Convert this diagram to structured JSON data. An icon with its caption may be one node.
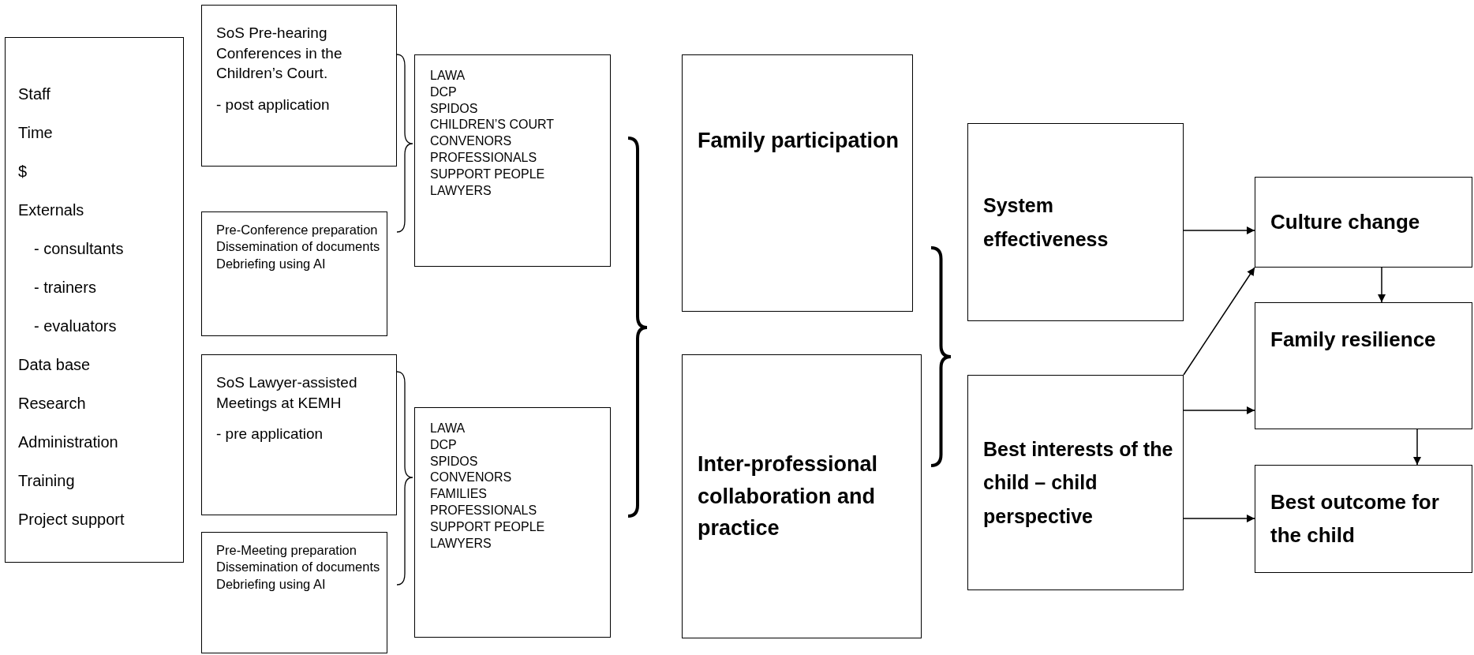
{
  "diagram": {
    "nodes": [
      {
        "text": [
          "Staff",
          "Time",
          "$",
          "Externals",
          "- consultants",
          "- trainers",
          "- evaluators",
          "Data base",
          "Research",
          "Administration",
          "Training",
          "Project support"
        ]
      },
      {
        "text": [
          "SoS Pre-hearing Conferences in the Children’s Court.",
          "- post application"
        ]
      },
      {
        "text": [
          "Pre-Conference preparation",
          "Dissemination of documents",
          "Debriefing using AI"
        ]
      },
      {
        "text": [
          "SoS Lawyer-assisted Meetings at KEMH",
          "- pre application"
        ]
      },
      {
        "text": [
          "Pre-Meeting preparation",
          "Dissemination of documents",
          "Debriefing using AI"
        ]
      },
      {
        "text": [
          "LAWA",
          "DCP",
          "SPIDOS",
          "CHILDREN’S COURT",
          "CONVENORS",
          "PROFESSIONALS",
          "SUPPORT PEOPLE",
          "LAWYERS"
        ]
      },
      {
        "text": [
          "LAWA",
          "DCP",
          "SPIDOS",
          "CONVENORS",
          "FAMILIES",
          "PROFESSIONALS",
          "SUPPORT PEOPLE",
          "LAWYERS"
        ]
      },
      {
        "text": [
          "Family participation"
        ]
      },
      {
        "text": [
          "Inter-professional collaboration and practice"
        ]
      },
      {
        "text": [
          "System effectiveness"
        ]
      },
      {
        "text": [
          "Best interests of the child – child perspective"
        ]
      },
      {
        "text": [
          "Culture change"
        ]
      },
      {
        "text": [
          "Family resilience"
        ]
      },
      {
        "text": [
          "Best outcome for the child"
        ]
      }
    ],
    "edges": [
      {
        "from": 9,
        "to": 11,
        "arrow": "to"
      },
      {
        "from": 10,
        "to": 11,
        "arrow": "to"
      },
      {
        "from": 10,
        "to": 12,
        "arrow": "to"
      },
      {
        "from": 10,
        "to": 13,
        "arrow": "to"
      },
      {
        "from": 11,
        "to": 12,
        "arrow": "to"
      },
      {
        "from": 12,
        "to": 13,
        "arrow": "to"
      }
    ]
  }
}
